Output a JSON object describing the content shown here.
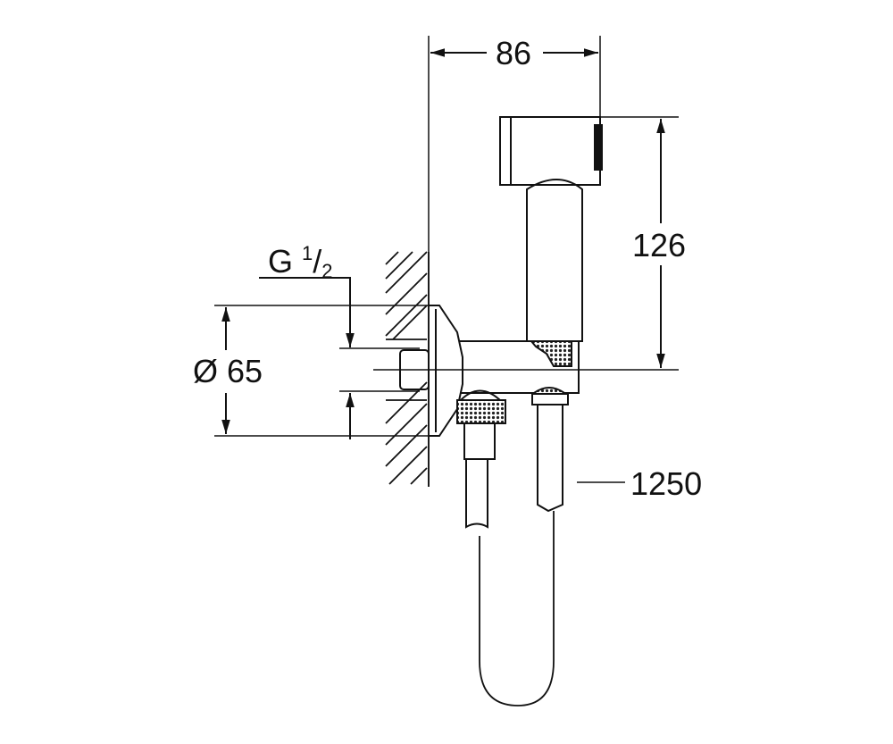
{
  "diagram": {
    "title": "Hand shower wall outlet elbow technical drawing",
    "dimensions": {
      "width_total": "86",
      "handshower_height": "126",
      "flange_diameter": "Ø 65",
      "thread_prefix": "G",
      "thread_num": "1",
      "thread_slash": "/",
      "thread_den": "2",
      "hose_length": "1250"
    },
    "colors": {
      "line": "#111111",
      "background": "#ffffff",
      "hatch": "#222222"
    }
  }
}
